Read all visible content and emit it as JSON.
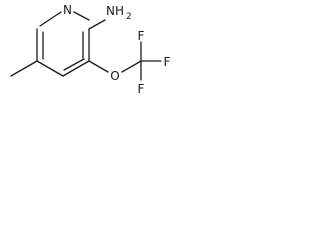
{
  "molecule": {
    "atoms": {
      "ring_nitrogen": "N",
      "amine": {
        "symbol": "NH",
        "subscript": "2"
      },
      "ether_oxygen": "O",
      "fluorine_top": "F",
      "fluorine_right": "F",
      "fluorine_bottom": "F"
    }
  }
}
